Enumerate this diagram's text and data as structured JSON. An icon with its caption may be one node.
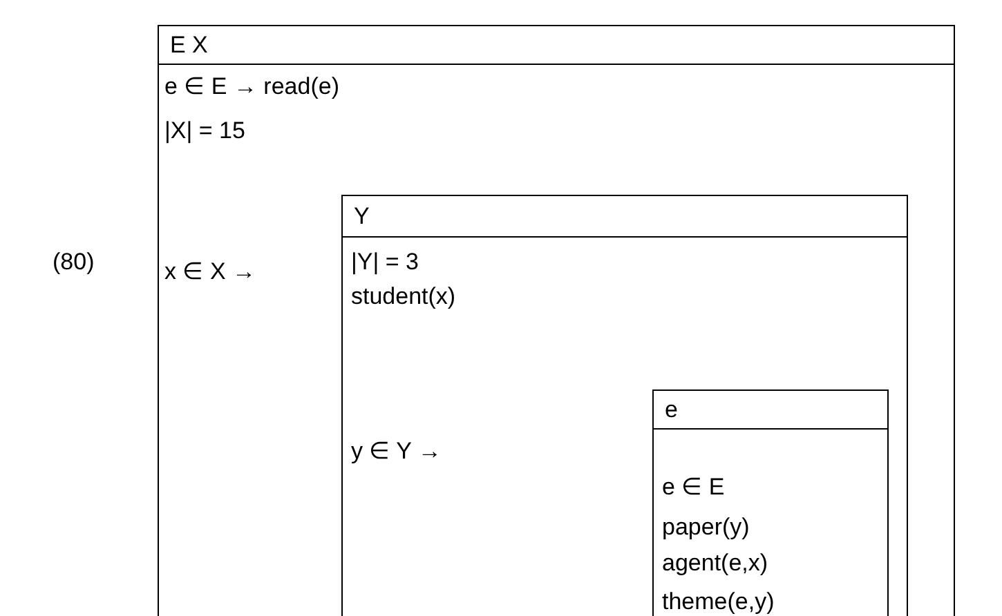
{
  "diagram": {
    "nodes": [
      {
        "text": [
          "E X",
          "e ∈ E → read(e)",
          "|X| = 15",
          "x ∈ X →"
        ]
      },
      {
        "text": [
          "Y",
          "|Y| = 3",
          "student(x)",
          "y ∈ Y →"
        ],
        "in": 0
      },
      {
        "text": [
          "e",
          "e ∈ E",
          "paper(y)",
          "agent(e,x)",
          "theme(e,y)"
        ],
        "in": 1
      }
    ],
    "labels": [
      "(80)"
    ]
  }
}
